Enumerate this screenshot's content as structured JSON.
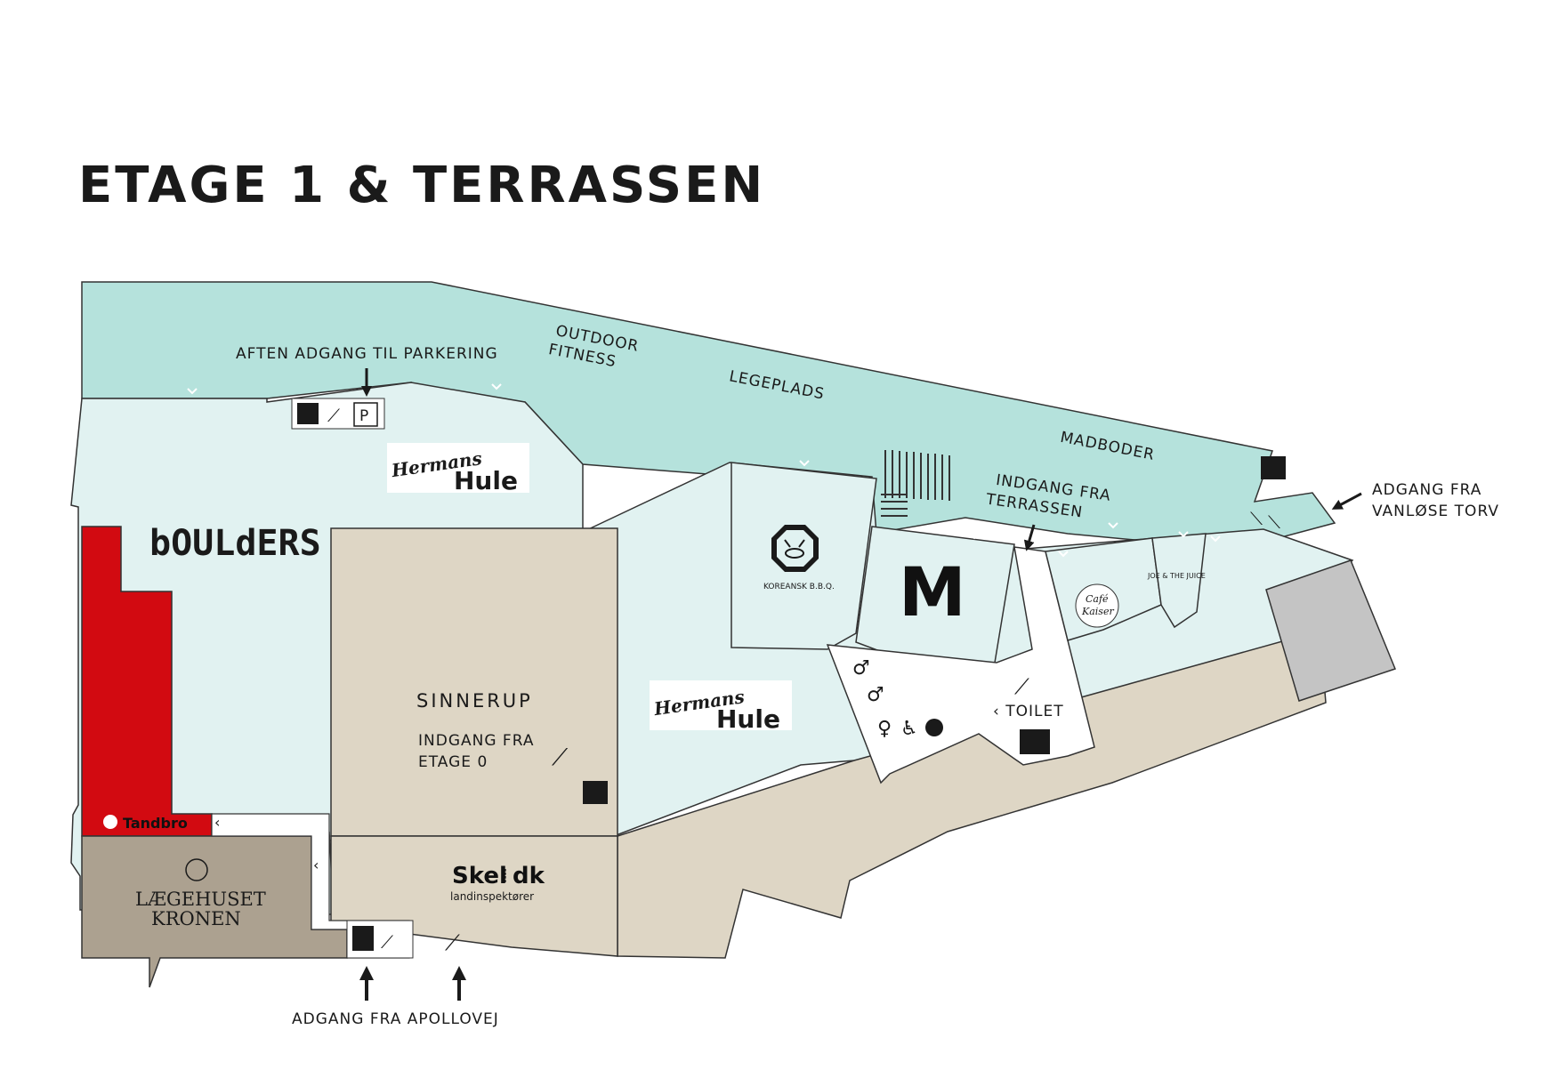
{
  "title": "ETAGE 1 & TERRASSEN",
  "colors": {
    "terrace": "#b5e2dc",
    "floor": "#e1f2f1",
    "shop_beige": "#ded6c5",
    "doctor_brown": "#aca190",
    "tandbro_red": "#d20a11",
    "grey_block": "#c4c4c4",
    "white_area": "#ffffff"
  },
  "areas": {
    "outdoor_fitness": [
      "OUTDOOR",
      "FITNESS"
    ],
    "legeplads": "LEGEPLADS",
    "madboder": "MADBODER"
  },
  "access": {
    "parking": "AFTEN ADGANG TIL PARKERING",
    "terrace_entry": [
      "INDGANG FRA",
      "TERRASSEN"
    ],
    "vanlose": [
      "ADGANG FRA",
      "VANLØSE TORV"
    ],
    "apollovej": "ADGANG FRA APOLLOVEJ",
    "etage0": [
      "INDGANG FRA",
      "ETAGE 0"
    ]
  },
  "stores": {
    "boulders": "bOULdERS",
    "hermans_hule_1": [
      "Hermans",
      "Hule"
    ],
    "hermans_hule_2": [
      "Hermans",
      "Hule"
    ],
    "sinnerup": "SINNERUP",
    "koreansk": "KOREANSK B.B.Q.",
    "mcdonalds": "M",
    "cafe_kaiser": [
      "Café",
      "Kaiser"
    ],
    "joe_juice": "JOE & THE JUICE",
    "tandbro": "Tandbro",
    "laegehuset": [
      "LÆGEHUSET",
      "KRONEN"
    ],
    "skel_dk": "Skel",
    "skel_dk_suffix": "dk",
    "skel_sub": "landinspektører"
  },
  "facilities": {
    "toilet": "TOILET",
    "parking_symbol": "P"
  },
  "icons": [
    "elevator-icon",
    "stairs-icon",
    "escalator-icon",
    "parking-icon",
    "arrow-icon",
    "toilet-man-icon",
    "toilet-woman-icon",
    "wheelchair-icon",
    "baby-change-icon",
    "emergency-exit-icon"
  ]
}
